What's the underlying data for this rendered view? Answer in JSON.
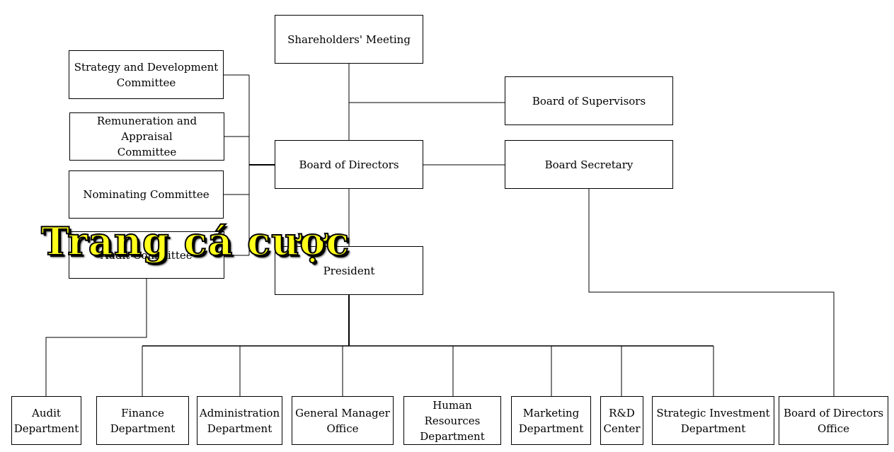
{
  "org_chart": {
    "shareholders_meeting": "Shareholders' Meeting",
    "strategy_committee": "Strategy and Development\nCommittee",
    "board_of_supervisors": "Board of Supervisors",
    "remuneration_committee": "Remuneration and Appraisal\nCommittee",
    "board_of_directors": "Board of Directors",
    "board_secretary": "Board Secretary",
    "nominating_committee": "Nominating Committee",
    "audit_committee": "Audit Committee",
    "president": "President",
    "departments": [
      "Audit\nDepartment",
      "Finance\nDepartment",
      "Administration\nDepartment",
      "General Manager\nOffice",
      "Human Resources\nDepartment",
      "Marketing\nDepartment",
      "R&D\nCenter",
      "Strategic Investment\nDepartment",
      "Board of Directors\nOffice"
    ]
  },
  "watermark": "Trang cá cược",
  "colors": {
    "line": "#000000",
    "box_border": "#000000",
    "watermark_fill": "#ffff1a",
    "watermark_outline": "#000000"
  }
}
